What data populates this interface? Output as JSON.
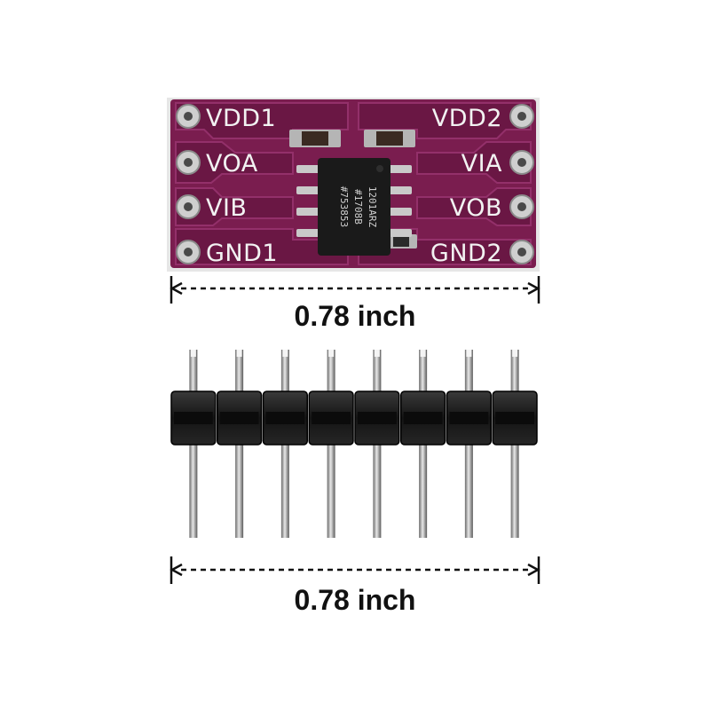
{
  "board": {
    "pcb_color": "#7a1d4f",
    "left_labels": [
      "VDD1",
      "VOA",
      "VIB",
      "GND1"
    ],
    "right_labels": [
      "VDD2",
      "VIA",
      "VOB",
      "GND2"
    ],
    "chip_marking": [
      "1201ARZ",
      "#1708B",
      "#753853"
    ]
  },
  "pin_header": {
    "pin_count": 8
  },
  "dimensions": {
    "board_width": "0.78 inch",
    "header_width": "0.78 inch"
  }
}
